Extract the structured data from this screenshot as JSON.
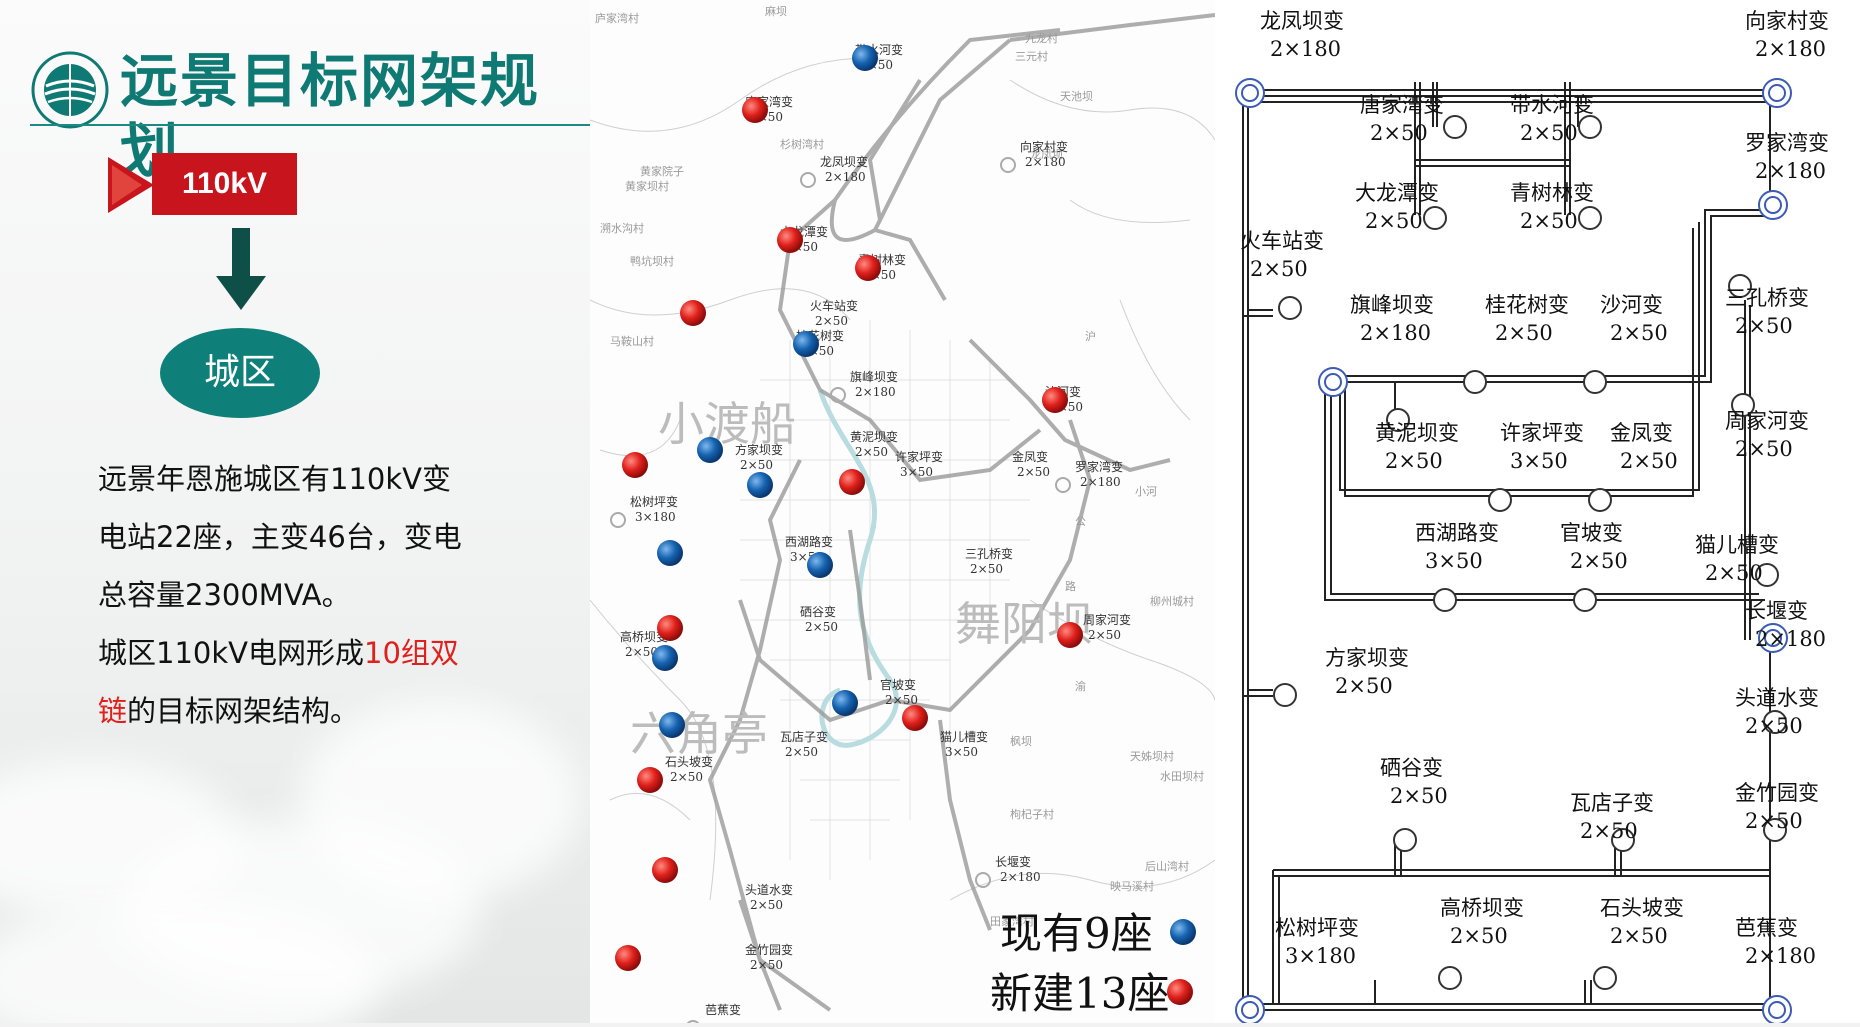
{
  "header": {
    "title": "远景目标网架规划"
  },
  "voltage": {
    "label": "110kV"
  },
  "region": {
    "label": "城区"
  },
  "description": {
    "line1": "远景年恩施城区有110kV变",
    "line2": "电站22座，主变46台，变电",
    "line3": "总容量2300MVA。",
    "line4_prefix": "城区110kV电网形成",
    "line4_highlight": "10组双",
    "line5_highlight": "链",
    "line5_suffix": "的目标网架结构。"
  },
  "colors": {
    "accent": "#0f7a74",
    "red": "#c8151d",
    "existing": "#1563b0",
    "new": "#e0201c"
  },
  "map": {
    "area_labels": [
      "小渡船",
      "舞阳坝",
      "六角亭"
    ],
    "village_labels": [
      "庐家湾村",
      "杉树湾村",
      "黄家院子",
      "溯水沟村",
      "黄家坝村",
      "鸭坑坝村",
      "马鞍山村",
      "三元村",
      "九龙村",
      "天池坝",
      "麻坝",
      "公",
      "路",
      "沪",
      "渝",
      "田家湾村",
      "枸杞子村",
      "枫坝",
      "天姊坝村",
      "柳州城村",
      "后山湾村",
      "水田坝村",
      "映马溪村",
      "小河",
      "龙凤坝"
    ],
    "stations": [
      {
        "name": "带水河变",
        "cap": "2×50",
        "type": "existing"
      },
      {
        "name": "唐家湾变",
        "cap": "2×50",
        "type": "new"
      },
      {
        "name": "向家村变",
        "cap": "2×180",
        "type": "other"
      },
      {
        "name": "龙凤坝变",
        "cap": "2×180",
        "type": "other"
      },
      {
        "name": "大龙潭变",
        "cap": "3×50",
        "type": "new"
      },
      {
        "name": "青树林变",
        "cap": "2×50",
        "type": "new"
      },
      {
        "name": "火车站变",
        "cap": "2×50",
        "type": "new"
      },
      {
        "name": "桂花树变",
        "cap": "2×50",
        "type": "existing"
      },
      {
        "name": "沙河变",
        "cap": "2×50",
        "type": "new"
      },
      {
        "name": "旗峰坝变",
        "cap": "2×180",
        "type": "other"
      },
      {
        "name": "黄泥坝变",
        "cap": "2×50",
        "type": "existing"
      },
      {
        "name": "方家坝变",
        "cap": "2×50",
        "type": "new"
      },
      {
        "name": "许家坪变",
        "cap": "3×50",
        "type": "existing"
      },
      {
        "name": "金凤变",
        "cap": "2×50",
        "type": "new"
      },
      {
        "name": "罗家湾变",
        "cap": "2×180",
        "type": "other"
      },
      {
        "name": "松树坪变",
        "cap": "3×180",
        "type": "other"
      },
      {
        "name": "西湖路变",
        "cap": "3×50",
        "type": "existing"
      },
      {
        "name": "三孔桥变",
        "cap": "2×50",
        "type": "existing"
      },
      {
        "name": "硒谷变",
        "cap": "2×50",
        "type": "new"
      },
      {
        "name": "周家河变",
        "cap": "2×50",
        "type": "new"
      },
      {
        "name": "高桥坝变",
        "cap": "2×50",
        "type": "existing"
      },
      {
        "name": "官坡变",
        "cap": "2×50",
        "type": "existing"
      },
      {
        "name": "猫儿槽变",
        "cap": "3×50",
        "type": "new"
      },
      {
        "name": "瓦店子变",
        "cap": "2×50",
        "type": "existing"
      },
      {
        "name": "石头坡变",
        "cap": "2×50",
        "type": "new"
      },
      {
        "name": "长堰变",
        "cap": "2×180",
        "type": "other"
      },
      {
        "name": "头道水变",
        "cap": "2×50",
        "type": "new"
      },
      {
        "name": "金竹园变",
        "cap": "2×50",
        "type": "new"
      },
      {
        "name": "芭蕉变",
        "cap": "",
        "type": "other"
      }
    ],
    "legend": {
      "existing": "现有9座",
      "new": "新建13座"
    }
  },
  "diagram": {
    "nodes": [
      {
        "name": "龙凤坝变",
        "cap": "2×180"
      },
      {
        "name": "向家村变",
        "cap": "2×180"
      },
      {
        "name": "唐家湾变",
        "cap": "2×50"
      },
      {
        "name": "带水河变",
        "cap": "2×50"
      },
      {
        "name": "罗家湾变",
        "cap": "2×180"
      },
      {
        "name": "大龙潭变",
        "cap": "2×50"
      },
      {
        "name": "青树林变",
        "cap": "2×50"
      },
      {
        "name": "火车站变",
        "cap": "2×50"
      },
      {
        "name": "旗峰坝变",
        "cap": "2×180"
      },
      {
        "name": "桂花树变",
        "cap": "2×50"
      },
      {
        "name": "沙河变",
        "cap": "2×50"
      },
      {
        "name": "三孔桥变",
        "cap": "2×50"
      },
      {
        "name": "黄泥坝变",
        "cap": "2×50"
      },
      {
        "name": "许家坪变",
        "cap": "3×50"
      },
      {
        "name": "金凤变",
        "cap": "2×50"
      },
      {
        "name": "周家河变",
        "cap": "2×50"
      },
      {
        "name": "西湖路变",
        "cap": "3×50"
      },
      {
        "name": "官坡变",
        "cap": "2×50"
      },
      {
        "name": "猫儿槽变",
        "cap": "2×50"
      },
      {
        "name": "长堰变",
        "cap": "2×180"
      },
      {
        "name": "方家坝变",
        "cap": "2×50"
      },
      {
        "name": "头道水变",
        "cap": "2×50"
      },
      {
        "name": "硒谷变",
        "cap": "2×50"
      },
      {
        "name": "瓦店子变",
        "cap": "2×50"
      },
      {
        "name": "金竹园变",
        "cap": "2×50"
      },
      {
        "name": "高桥坝变",
        "cap": "2×50"
      },
      {
        "name": "石头坡变",
        "cap": "2×50"
      },
      {
        "name": "松树坪变",
        "cap": "3×180"
      },
      {
        "name": "芭蕉变",
        "cap": "2×180"
      }
    ]
  }
}
